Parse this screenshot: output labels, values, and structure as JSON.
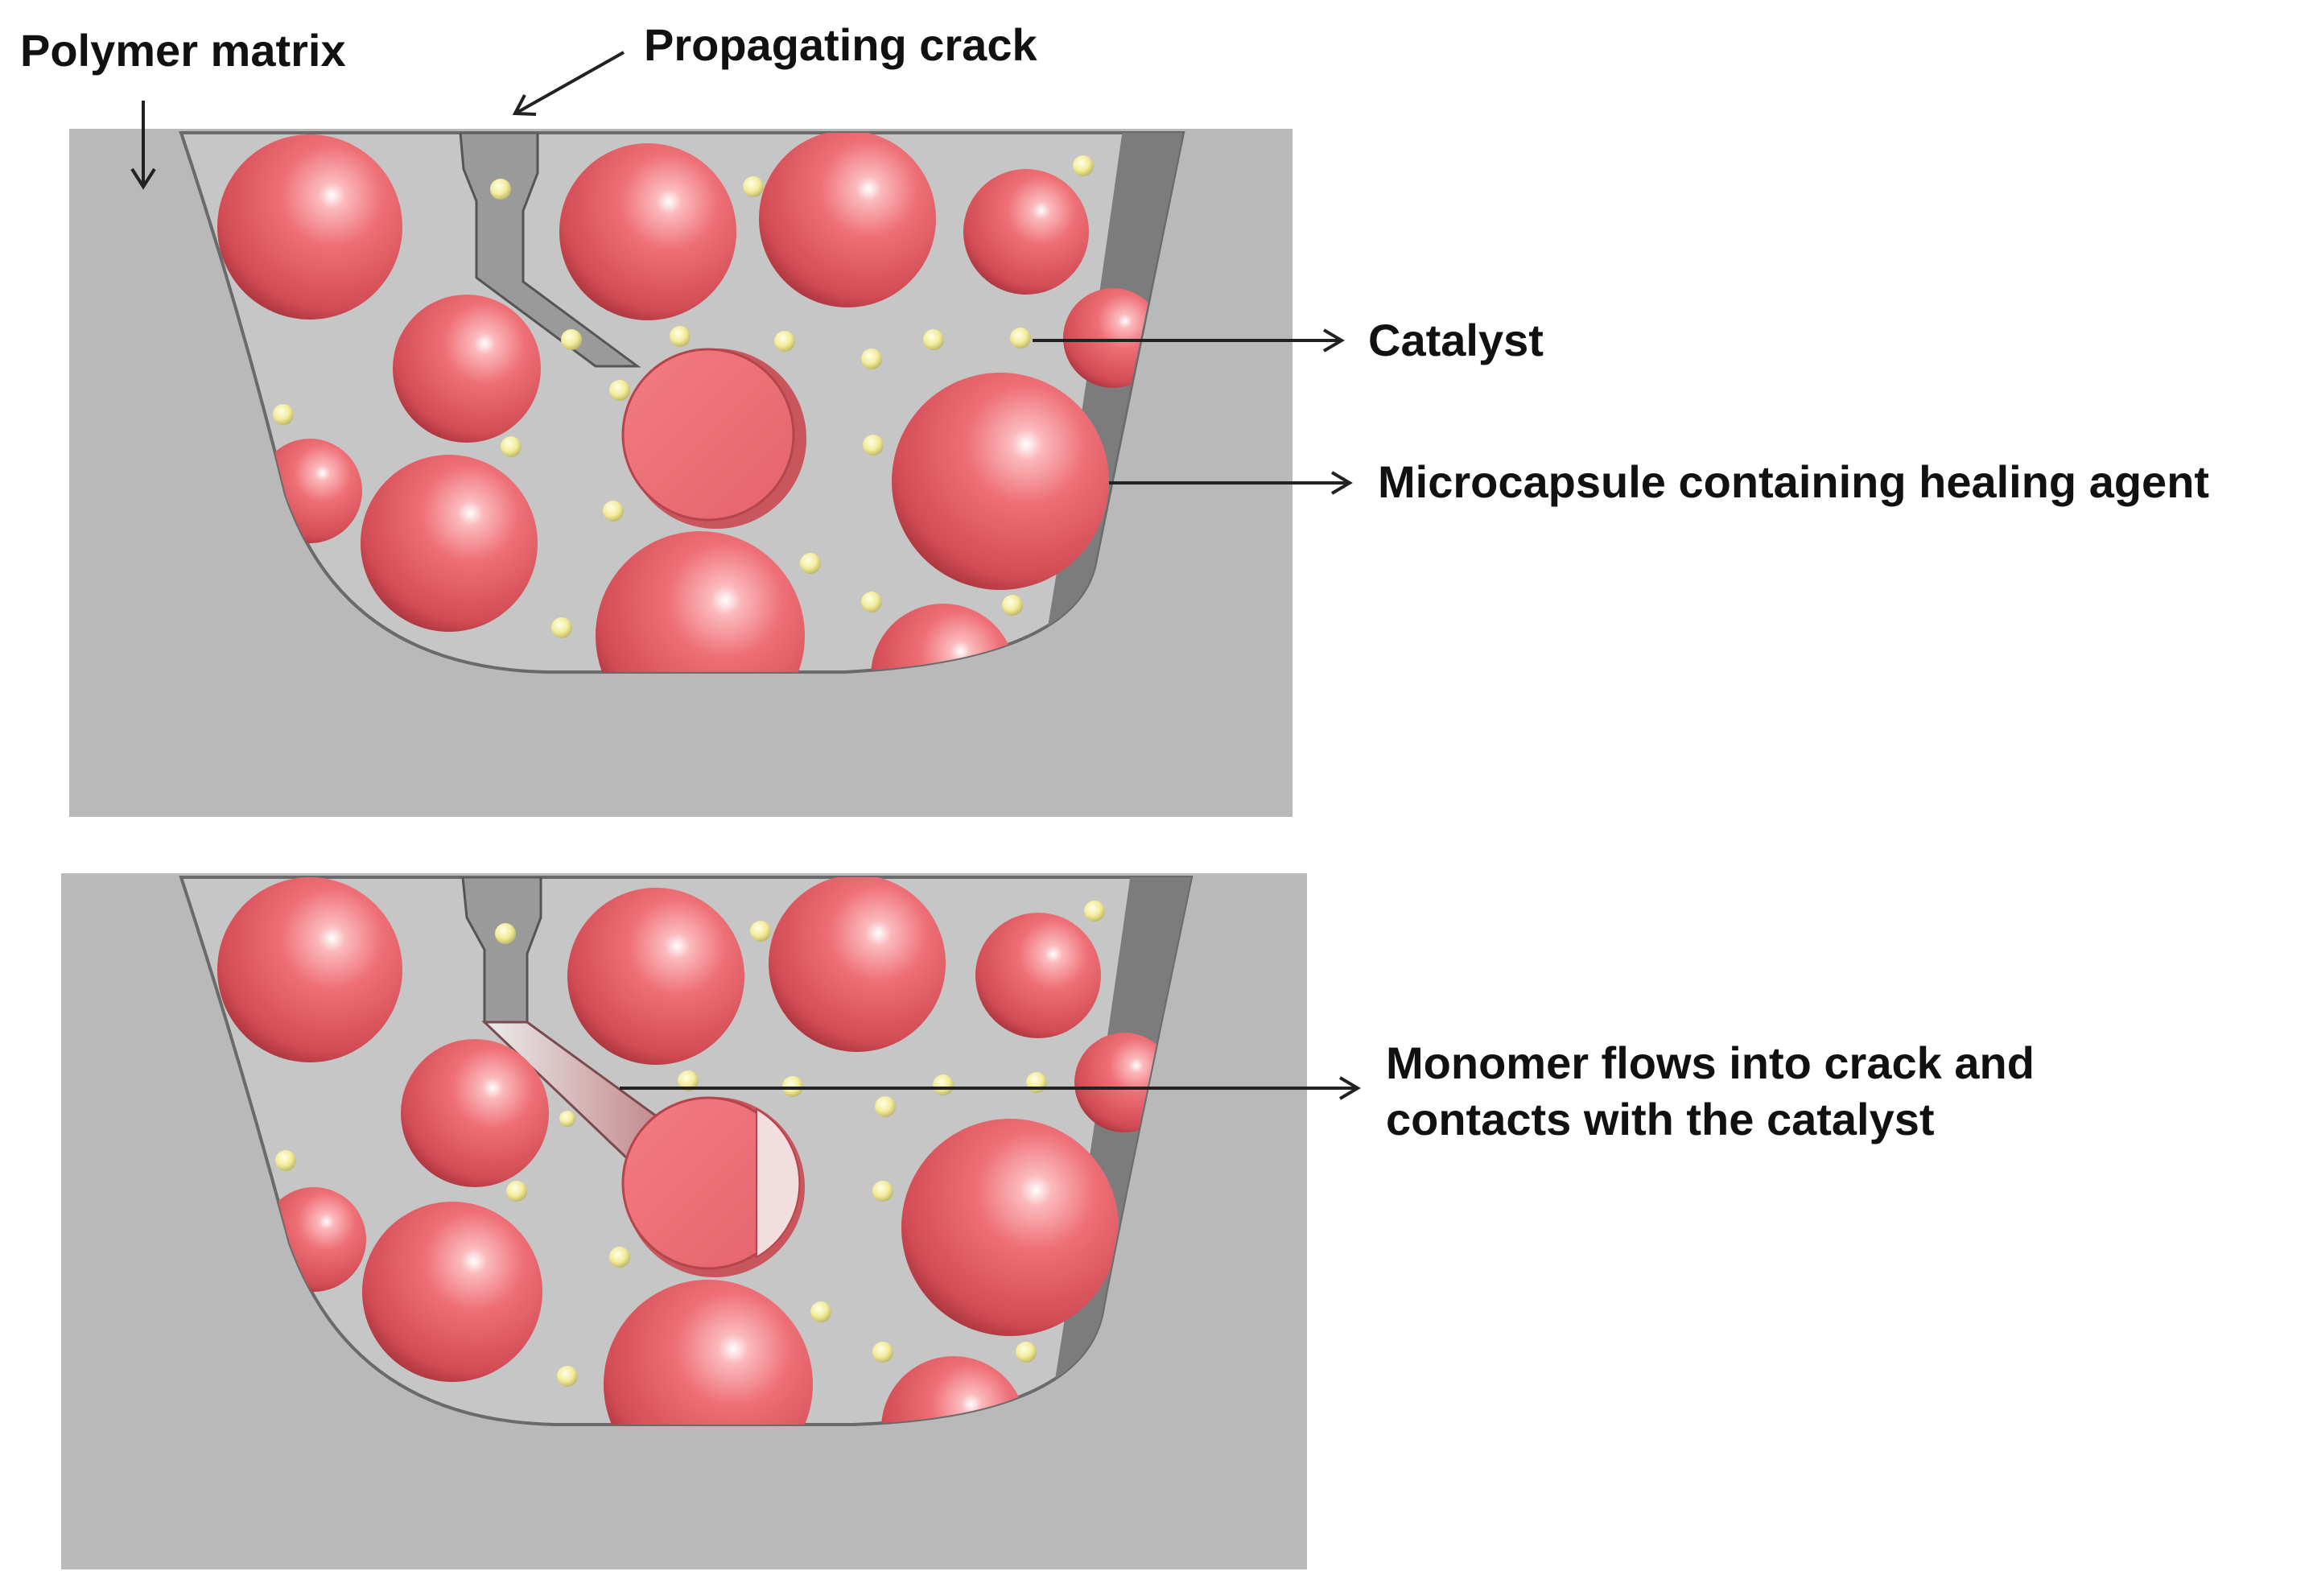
{
  "labels": {
    "polymer_matrix": "Polymer matrix",
    "propagating_crack": "Propagating crack",
    "catalyst": "Catalyst",
    "microcapsule": "Microcapsule containing healing agent",
    "monomer_line1": "Monomer flows into crack and",
    "monomer_line2": "contacts with the catalyst"
  },
  "colors": {
    "matrix": "#b9b9b9",
    "cavity": "#c6c6c6",
    "capsule": "#e8646c",
    "catalyst": "#f2ec9a",
    "crack": "#8c8c8c",
    "text": "#111111"
  }
}
